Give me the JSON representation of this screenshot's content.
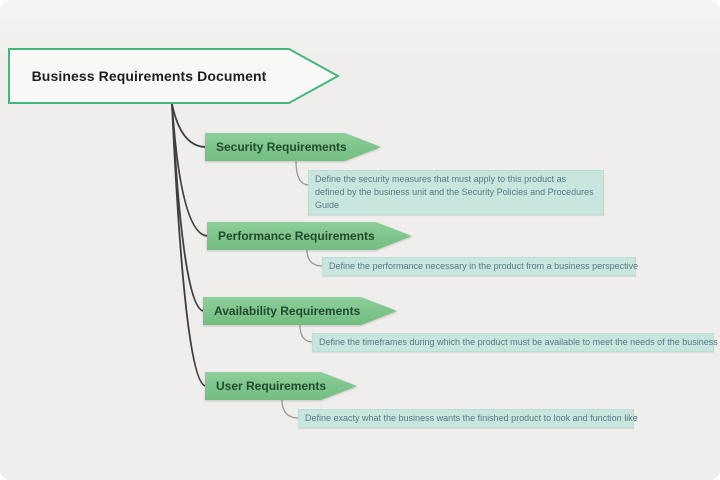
{
  "diagram": {
    "type": "mindmap-right",
    "colors": {
      "canvas_bg": "#efeeec",
      "root_border": "#44b87b",
      "root_fill": "#f8f8f6",
      "branch_fill": "#7cc48b",
      "branch_text": "#24492f",
      "note_fill": "#c9e6de",
      "note_text": "#567886",
      "main_connector": "#3f3f3f",
      "note_connector": "#999999"
    }
  },
  "root": {
    "label": "Business Requirements Document"
  },
  "branches": [
    {
      "label": "Security Requirements",
      "note": "Define the security measures that must apply to this product as defined by the business unit and the Security Policies and Procedures Guide"
    },
    {
      "label": "Performance Requirements",
      "note": "Define the performance necessary in the product from a business perspective"
    },
    {
      "label": "Availability Requirements",
      "note": "Define the timeframes during which the product must be available to meet the needs of the business"
    },
    {
      "label": "User Requirements",
      "note": "Define exacty what the business wants the finished product to look and function like"
    }
  ]
}
